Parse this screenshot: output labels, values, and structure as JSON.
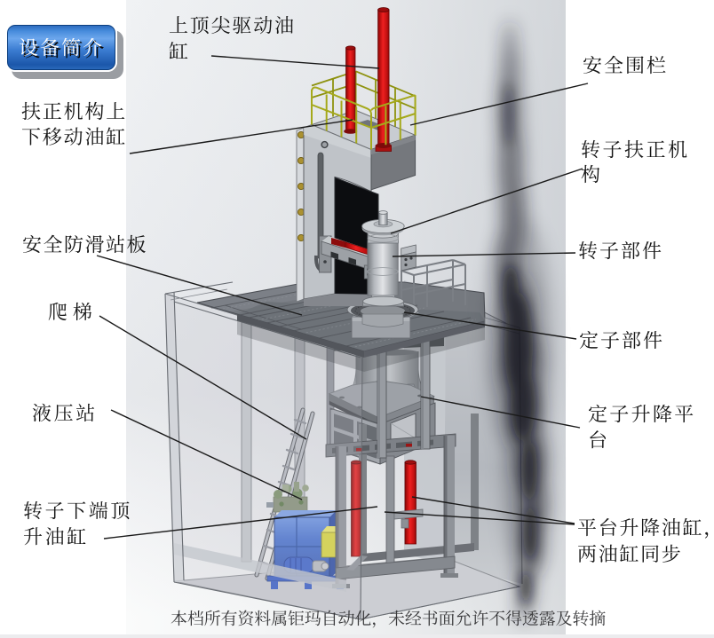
{
  "badge": {
    "label": "设备简介"
  },
  "callouts": [
    {
      "id": "top-center-drive-cylinder",
      "text": "上顶尖驱动油\n缸"
    },
    {
      "id": "safety-fence",
      "text": "安全围栏"
    },
    {
      "id": "straightener-lift-cylinder",
      "text": "扶正机构上\n下移动油缸"
    },
    {
      "id": "rotor-straightener",
      "text": "转子扶正机\n构"
    },
    {
      "id": "anti-slip-platform",
      "text": "安全防滑站板"
    },
    {
      "id": "rotor-part",
      "text": "转子部件"
    },
    {
      "id": "ladder",
      "text": "爬梯"
    },
    {
      "id": "stator-part",
      "text": "定子部件"
    },
    {
      "id": "hydraulic-station",
      "text": "液压站"
    },
    {
      "id": "stator-lift-platform",
      "text": "定子升降平\n台"
    },
    {
      "id": "rotor-bottom-jack-cylinder",
      "text": "转子下端顶\n升油缸"
    },
    {
      "id": "platform-lift-cylinders",
      "text": "平台升降油缸，\n两油缸同步"
    }
  ],
  "watermark": {
    "text": "本档所有资料属钜玛自动化，未经书面允许不得透露及转摘"
  },
  "colors": {
    "badge_blue": "#3c7dd2",
    "label_text": "#161616",
    "machine_red": "#cf1414",
    "railing_yellow": "#a5a91b",
    "hydraulic_blue": "#4471d4",
    "accent_yellow_box": "#dcd83f",
    "viewport_gray_top": "#edeff1",
    "viewport_gray_mid": "#d2d5da",
    "watermark_text": "#3a3a3c"
  }
}
